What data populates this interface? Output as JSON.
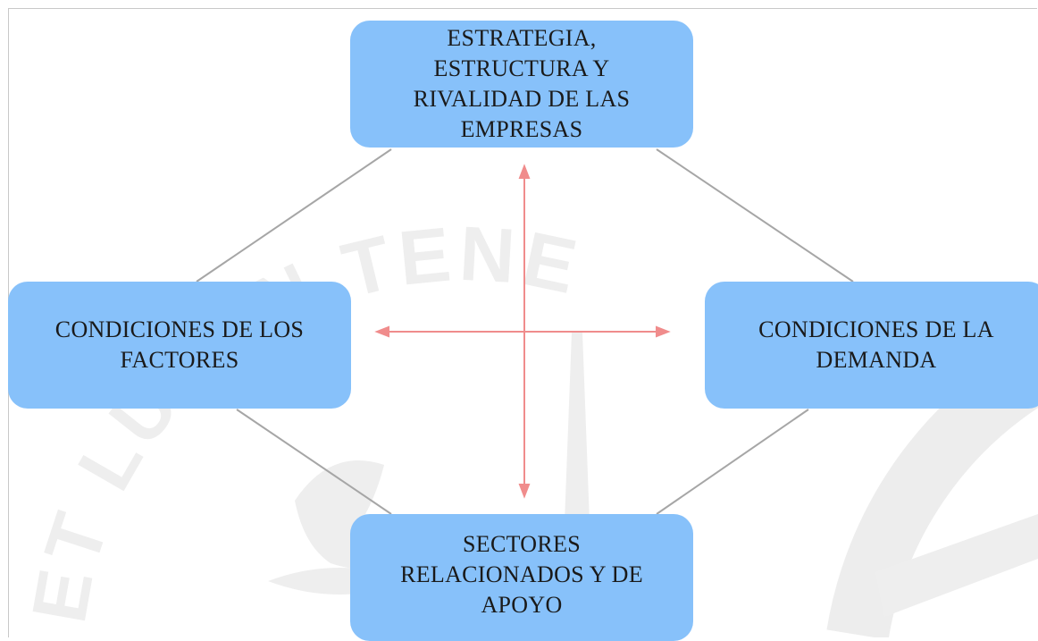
{
  "diagram": {
    "nodes": {
      "top": "ESTRATEGIA, ESTRUCTURA Y RIVALIDAD DE LAS EMPRESAS",
      "left": "CONDICIONES DE LOS FACTORES",
      "right": "CONDICIONES DE LA DEMANDA",
      "bottom": "SECTORES RELACIONADOS Y DE APOYO"
    },
    "watermark_text": "ET LUX IN TENEBRIS LUCET",
    "colors": {
      "node_fill": "#87c1fa",
      "connector": "#a6a6a6",
      "arrow": "#f08c8c",
      "watermark": "#eeeeee"
    }
  }
}
